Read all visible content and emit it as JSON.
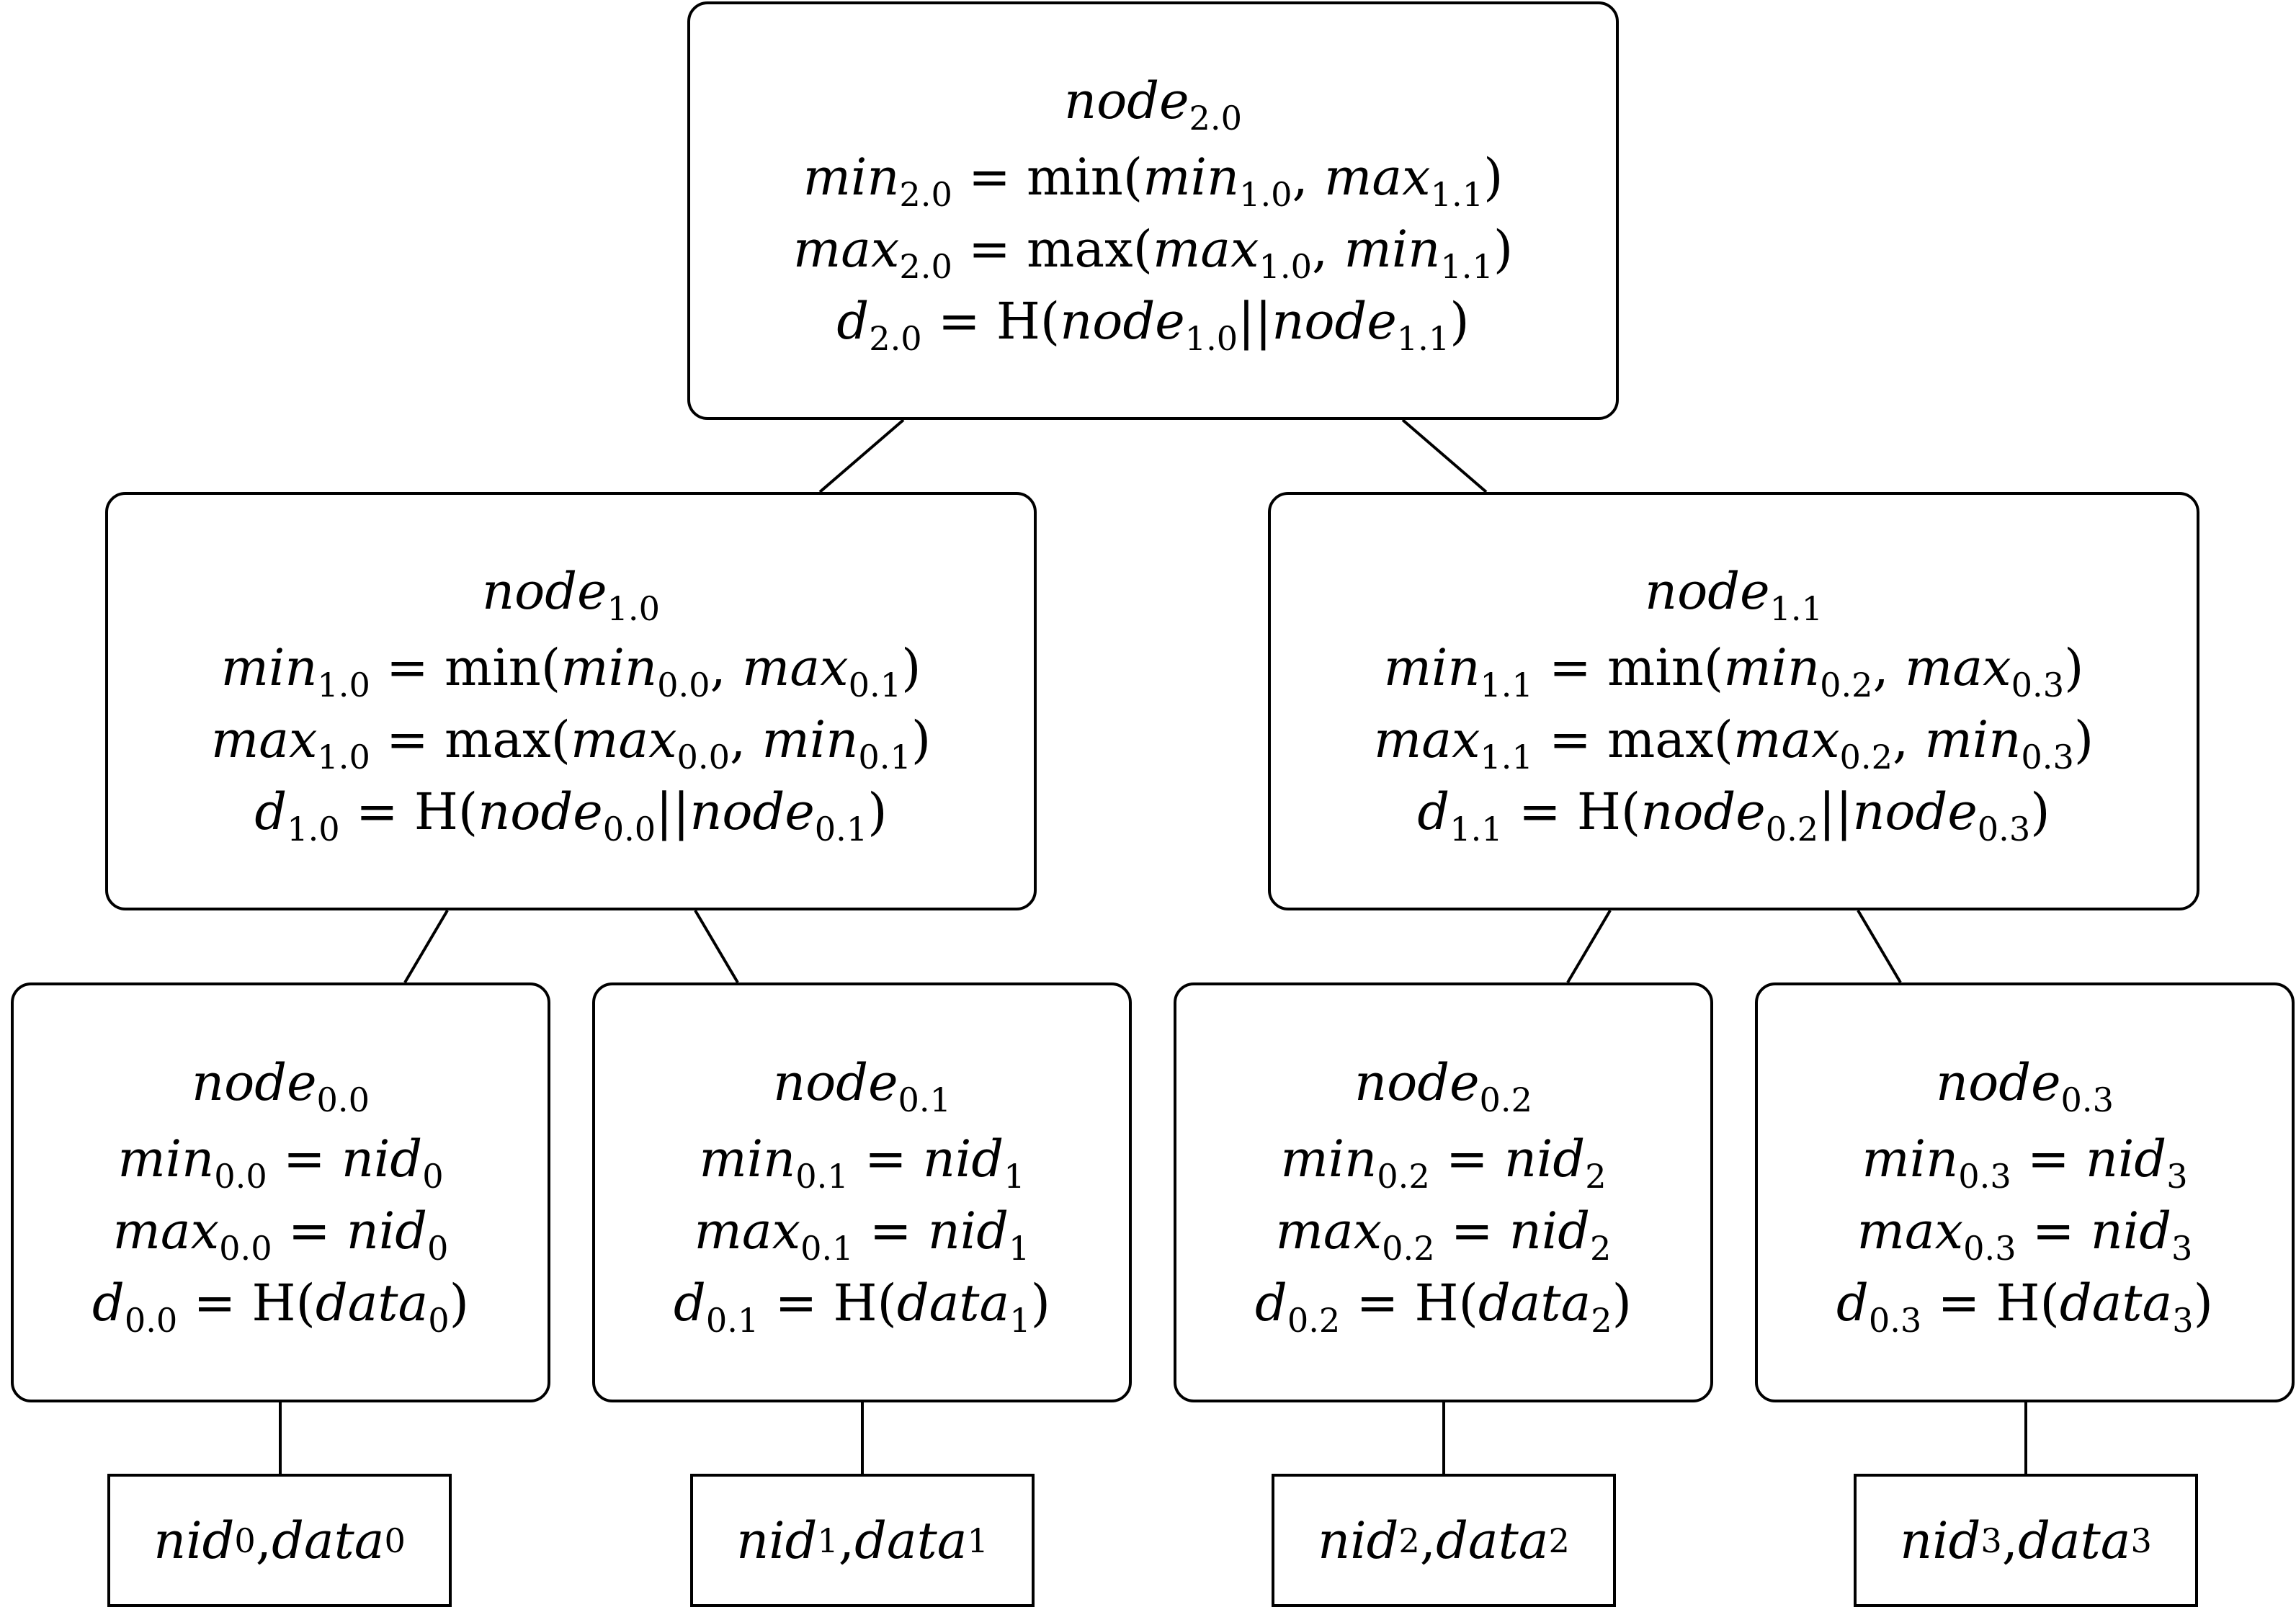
{
  "nodes": {
    "n20": {
      "title": [
        "node",
        "2.0"
      ],
      "min": [
        "min",
        "2.0",
        " = min(",
        "min",
        "1.0",
        ", ",
        "max",
        "1.1",
        ")"
      ],
      "max": [
        "max",
        "2.0",
        " = max(",
        "max",
        "1.0",
        ", ",
        "min",
        "1.1",
        ")"
      ],
      "d": [
        "d",
        "2.0",
        " = H(",
        "node",
        "1.0",
        "||",
        "node",
        "1.1",
        ")"
      ]
    },
    "n10": {
      "title": [
        "node",
        "1.0"
      ],
      "min": [
        "min",
        "1.0",
        " = min(",
        "min",
        "0.0",
        ", ",
        "max",
        "0.1",
        ")"
      ],
      "max": [
        "max",
        "1.0",
        " = max(",
        "max",
        "0.0",
        ", ",
        "min",
        "0.1",
        ")"
      ],
      "d": [
        "d",
        "1.0",
        " = H(",
        "node",
        "0.0",
        "||",
        "node",
        "0.1",
        ")"
      ]
    },
    "n11": {
      "title": [
        "node",
        "1.1"
      ],
      "min": [
        "min",
        "1.1",
        " = min(",
        "min",
        "0.2",
        ", ",
        "max",
        "0.3",
        ")"
      ],
      "max": [
        "max",
        "1.1",
        " = max(",
        "max",
        "0.2",
        ", ",
        "min",
        "0.3",
        ")"
      ],
      "d": [
        "d",
        "1.1",
        " = H(",
        "node",
        "0.2",
        "||",
        "node",
        "0.3",
        ")"
      ]
    },
    "n00": {
      "title": [
        "node",
        "0.0"
      ],
      "min": [
        "min",
        "0.0",
        " = ",
        "nid",
        "0"
      ],
      "max": [
        "max",
        "0.0",
        " = ",
        "nid",
        "0"
      ],
      "d": [
        "d",
        "0.0",
        " = H(",
        "data",
        "0",
        ")"
      ]
    },
    "n01": {
      "title": [
        "node",
        "0.1"
      ],
      "min": [
        "min",
        "0.1",
        " = ",
        "nid",
        "1"
      ],
      "max": [
        "max",
        "0.1",
        " = ",
        "nid",
        "1"
      ],
      "d": [
        "d",
        "0.1",
        " = H(",
        "data",
        "1",
        ")"
      ]
    },
    "n02": {
      "title": [
        "node",
        "0.2"
      ],
      "min": [
        "min",
        "0.2",
        " = ",
        "nid",
        "2"
      ],
      "max": [
        "max",
        "0.2",
        " = ",
        "nid",
        "2"
      ],
      "d": [
        "d",
        "0.2",
        " = H(",
        "data",
        "2",
        ")"
      ]
    },
    "n03": {
      "title": [
        "node",
        "0.3"
      ],
      "min": [
        "min",
        "0.3",
        " = ",
        "nid",
        "3"
      ],
      "max": [
        "max",
        "0.3",
        " = ",
        "nid",
        "3"
      ],
      "d": [
        "d",
        "0.3",
        " = H(",
        "data",
        "3",
        ")"
      ]
    }
  },
  "leaves": {
    "l0": [
      "nid",
      "0",
      ", ",
      "data",
      "0"
    ],
    "l1": [
      "nid",
      "1",
      ", ",
      "data",
      "1"
    ],
    "l2": [
      "nid",
      "2",
      ", ",
      "data",
      "2"
    ],
    "l3": [
      "nid",
      "3",
      ", ",
      "data",
      "3"
    ]
  }
}
